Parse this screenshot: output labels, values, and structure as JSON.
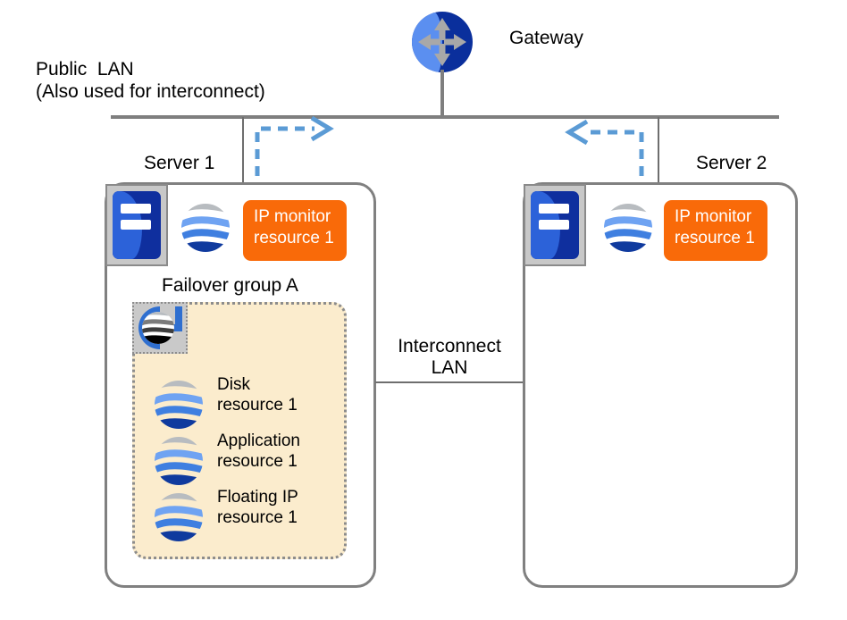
{
  "diagram": {
    "title": "Cluster failover diagram",
    "background": "#ffffff",
    "colors": {
      "lan_line": "#7f7f7f",
      "monitor_pill": "#f96a09",
      "failover_group_fill": "#fbeccd",
      "arrow": "#5b9bd5",
      "server_border": "#808080"
    }
  },
  "gateway": {
    "label": "Gateway",
    "icon": "gateway-router-icon"
  },
  "public_lan": {
    "line1": "Public  LAN",
    "line2": "(Also used for interconnect)"
  },
  "interconnect_lan": {
    "line1": "Interconnect",
    "line2": "LAN"
  },
  "servers": [
    {
      "label": "Server 1",
      "server_icon": "server-icon",
      "monitor": {
        "icon": "globe-resource-icon",
        "line1": "IP monitor",
        "line2": "resource 1"
      },
      "failover_group": {
        "label": "Failover group A",
        "group_icon": "failover-group-g-icon",
        "resources": [
          {
            "icon": "globe-resource-icon",
            "line1": "Disk",
            "line2": "resource 1"
          },
          {
            "icon": "globe-resource-icon",
            "line1": "Application",
            "line2": "resource 1"
          },
          {
            "icon": "globe-resource-icon",
            "line1": "Floating IP",
            "line2": "resource 1"
          }
        ]
      }
    },
    {
      "label": "Server 2",
      "server_icon": "server-icon",
      "monitor": {
        "icon": "globe-resource-icon",
        "line1": "IP monitor",
        "line2": "resource 1"
      },
      "failover_group": null
    }
  ],
  "arrows": [
    {
      "name": "server1-monitor-arrow",
      "direction": "right",
      "style": "dashed"
    },
    {
      "name": "server2-monitor-arrow",
      "direction": "left",
      "style": "dashed"
    }
  ]
}
